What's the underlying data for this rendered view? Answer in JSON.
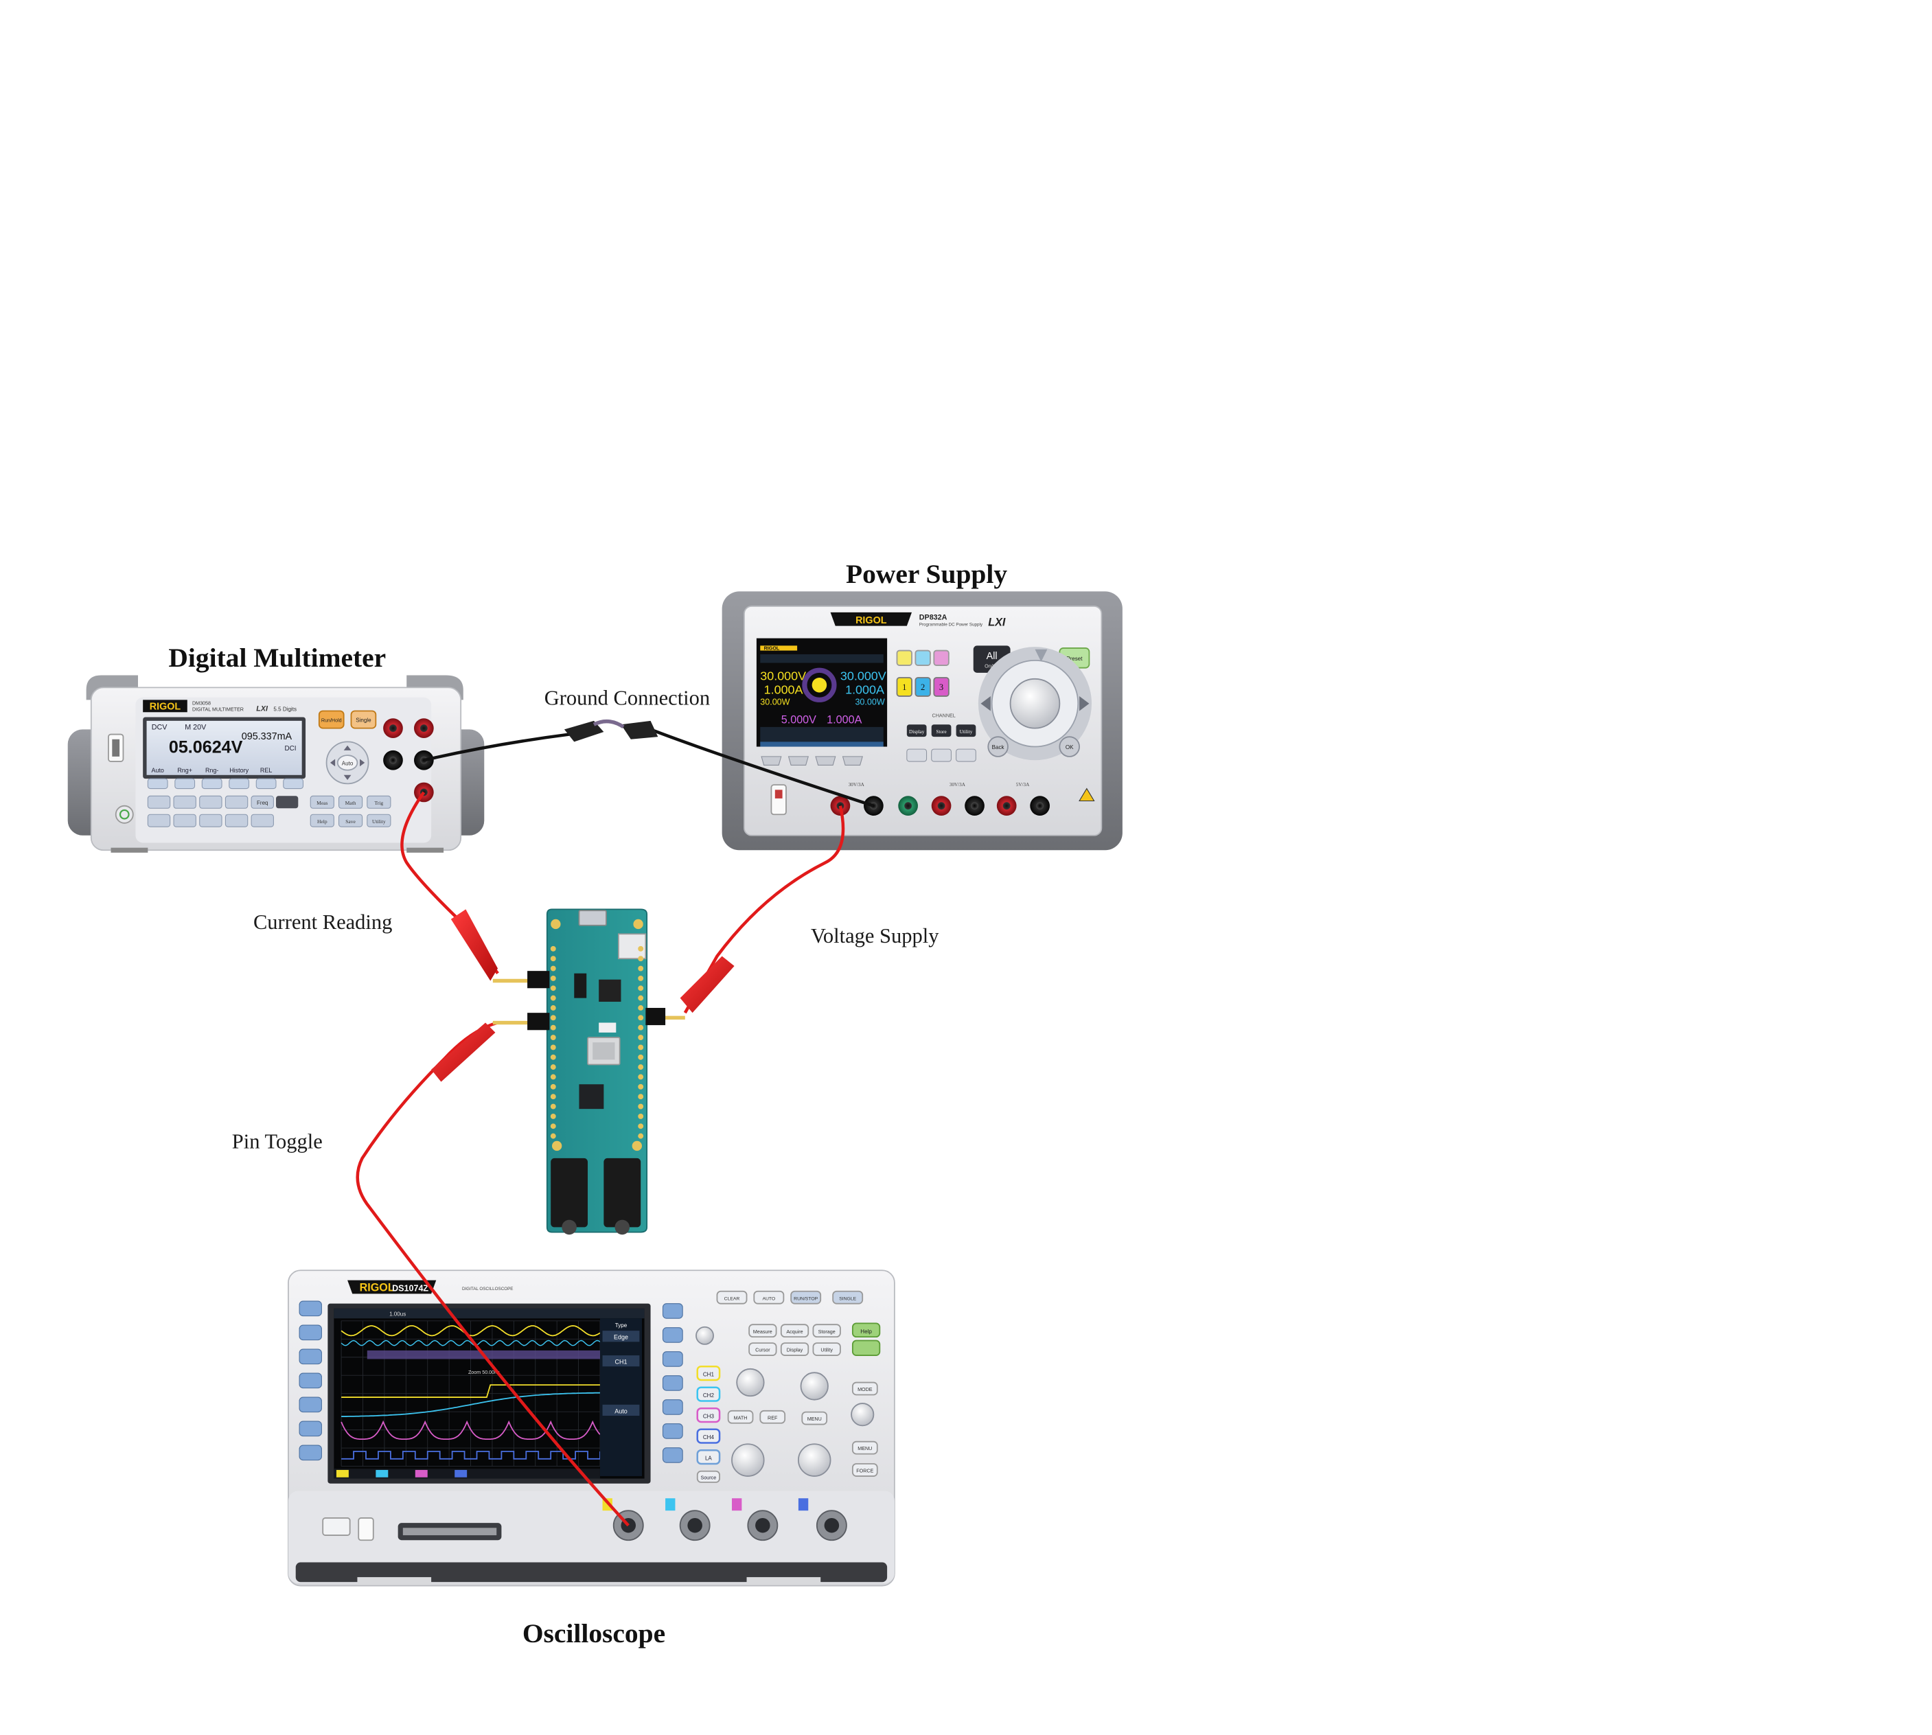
{
  "titles": {
    "multimeter": "Digital Multimeter",
    "power_supply": "Power Supply",
    "oscilloscope": "Oscilloscope"
  },
  "wire_labels": {
    "ground": "Ground Connection",
    "current": "Current Reading",
    "voltage": "Voltage Supply",
    "pin": "Pin Toggle"
  },
  "multimeter": {
    "brand": "RIGOL",
    "model": "DM3058",
    "subtitle": "DIGITAL MULTIMETER",
    "lxi": "LXI",
    "digits": "5.5 Digits",
    "mode": "DCV",
    "range": "M 20V",
    "primary_reading": "05.0624V",
    "secondary_reading": "095.337mA",
    "secondary_unit": "DCI",
    "menu_items": [
      "Auto",
      "Rng+",
      "Rng-",
      "History",
      "REL"
    ],
    "btn_run": "Run/Hold",
    "btn_single": "Single",
    "btn_auto": "Auto",
    "btn_meas": "Meas",
    "btn_math": "Math",
    "btn_trig": "Trig",
    "btn_help": "Help",
    "btn_save": "Save",
    "btn_utility": "Utility",
    "btn_freq": "Freq"
  },
  "power_supply": {
    "brand": "RIGOL",
    "model": "DP832A",
    "subtitle": "Programmable DC Power Supply",
    "lxi": "LXI",
    "ch1_voltage": "30.000V",
    "ch1_current": "1.000A",
    "ch1_power": "30.00W",
    "ch2_voltage": "30.000V",
    "ch2_current": "1.000A",
    "ch2_power": "30.00W",
    "ch3_voltage": "5.000V",
    "ch3_current": "1.000A",
    "all_label": "All",
    "all_sub": "On/Off",
    "ch_buttons": [
      "1",
      "2",
      "3"
    ],
    "channel_label": "CHANNEL",
    "btn_display": "Display",
    "btn_store": "Store",
    "btn_utility": "Utility",
    "btn_back": "Back",
    "btn_ok": "OK",
    "btn_preset": "Preset",
    "output_labels": [
      "30V/3A",
      "30V/3A",
      "5V/3A"
    ]
  },
  "oscilloscope": {
    "brand": "RIGOL",
    "model": "DS1074Z",
    "subtitle": "DIGITAL OSCILLOSCOPE",
    "timebase": "1.00us",
    "trigger_mode": "Edge",
    "trigger_source": "CH1",
    "sweep": "Auto",
    "menu_title": "Type",
    "zoom_label": "Zoom 50.00ns",
    "ch_buttons": [
      "CH1",
      "CH2",
      "CH3",
      "CH4",
      "LA"
    ],
    "btn_clear": "CLEAR",
    "btn_auto": "AUTO",
    "btn_runstop": "RUN/STOP",
    "btn_single": "SINGLE",
    "btn_measure": "Measure",
    "btn_acquire": "Acquire",
    "btn_storage": "Storage",
    "btn_cursor": "Cursor",
    "btn_display": "Display",
    "btn_utility": "Utility",
    "btn_help": "Help",
    "btn_math": "MATH",
    "btn_ref": "REF",
    "btn_menu": "MENU",
    "btn_mode": "MODE",
    "btn_force": "FORCE",
    "btn_source": "Source"
  }
}
